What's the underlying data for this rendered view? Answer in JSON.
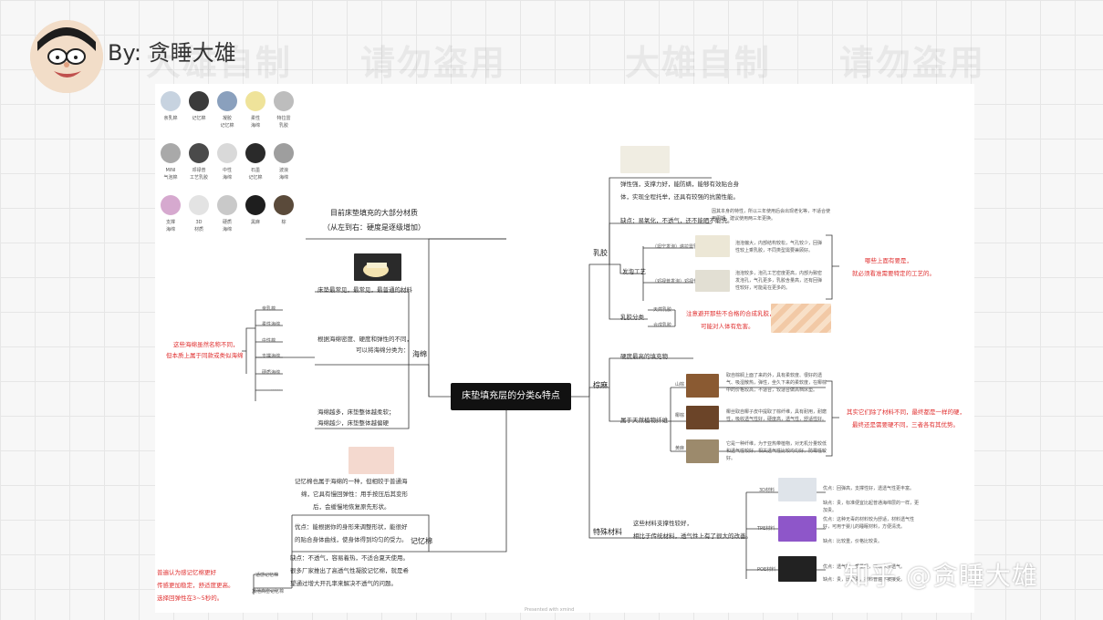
{
  "header": {
    "author": "By: 贪睡大雄",
    "watermarks": [
      "大雄自制",
      "请勿盗用",
      "大雄自制",
      "请勿盗用"
    ],
    "brand_watermark": "知乎 @贪睡大雄",
    "footer": "Presented with xmind"
  },
  "materials": [
    {
      "label": "亲乳棉",
      "color": "#c7d3e0"
    },
    {
      "label": "记忆棉",
      "color": "#3b3b3b"
    },
    {
      "label": "凝胶\n记忆棉",
      "color": "#8aa0bd"
    },
    {
      "label": "柔性\n海绵",
      "color": "#efe39a"
    },
    {
      "label": "特拉雷\n乳胶",
      "color": "#bdbdbd"
    },
    {
      "label": "MINI\n气泡棉",
      "color": "#a9a9a9"
    },
    {
      "label": "邓禄普\n工艺乳胶",
      "color": "#4a4a4a"
    },
    {
      "label": "中性\n海绵",
      "color": "#d9d9d9"
    },
    {
      "label": "石墨\n记忆棉",
      "color": "#2a2a2a"
    },
    {
      "label": "波浪\n海绵",
      "color": "#9e9e9e"
    },
    {
      "label": "支撑\n海绵",
      "color": "#d6a9cf"
    },
    {
      "label": "3D\n材质",
      "color": "#e3e3e3"
    },
    {
      "label": "硬质\n海绵",
      "color": "#c9c9c9"
    },
    {
      "label": "黑麻",
      "color": "#1e1e1e"
    },
    {
      "label": "棕",
      "color": "#5a4a3a"
    }
  ],
  "materials_caption": [
    "目前床垫填充的大部分材质",
    "（从左到右：硬度是逐级增加）"
  ],
  "center": "床垫填充层的分类&特点",
  "sponge": {
    "title": "海绵",
    "desc1": "床垫最常见，最常见，最普通的材料",
    "desc2": [
      "根据海绵密度、硬度和弹性的不同，",
      "可以将海绵分类为："
    ],
    "types": [
      "亲乳棉",
      "柔性海绵",
      "中性棉",
      "支撑海绵",
      "硬质海绵",
      "……"
    ],
    "note": [
      "这些海绵虽然名称不同，",
      "但本质上属于同款或类似海绵"
    ],
    "desc3": [
      "海绵越多，床垫整体越柔软；",
      "海绵越少，床垫整体越偏硬"
    ]
  },
  "memory": {
    "title": "记忆棉",
    "desc1": [
      "记忆棉也属于海绵的一种，但相较于普通海",
      "绵，它具有慢回弹性：用手按压后其变形",
      "后，会缓慢地恢复原先形状。"
    ],
    "pros": [
      "优点：能根据你的身形来调整形状，能很好",
      "的贴合身体曲线，使身体得到均匀的受力。"
    ],
    "cons": [
      "缺点：不透气，容易着热，不适合夏天使用。",
      "很多厂家推出了高透气性凝胶记忆棉，就是希",
      "望通过增大开孔率来解决不透气的问题。"
    ],
    "types": [
      "适感记忆棉",
      "其他高密记忆棉"
    ],
    "note": [
      "普遍认为感记忆棉更好",
      "传感更加稳定，舒适度更高。",
      "选择回弹性在3~5秒的。"
    ]
  },
  "latex": {
    "title": "乳胶",
    "desc1": [
      "弹性强，支撑力好，能防螨，能够有效贴合身",
      "体，实现全程托举，还具有较强的抗菌性能。"
    ],
    "cons": "缺点：易氧化，不透气，还不能晒不能洗。",
    "cons_detail": "因其本身的特性，所以三年使用后会出现老化等，不适合使用周期，建议使用两三年更换。",
    "process_label": "发泡工艺",
    "process_items": [
      {
        "name": "（坦宁发泡）塔拉雷乳胶",
        "desc": "泡泡偏大，内部结构较松，气孔较少，回弹性较上乘乳胶，不同类型需要兼顾好。"
      },
      {
        "name": "（邓禄普发泡）邓禄普乳胶",
        "desc": "泡泡较多，泡孔工艺密度更高，内部为致密发泡孔，气孔更多，乳胶含量高，还有回弹性较好，可能是在更多的。"
      }
    ],
    "process_note": [
      "哪些上面有要是，",
      "就必须看准需要特定的工艺的。"
    ],
    "types_label": "乳胶分类",
    "types": [
      "天然乳胶",
      "合成乳胶"
    ],
    "types_note": [
      "注意避开那些不合格的合成乳胶，",
      "可能对人体有危害。"
    ]
  },
  "palm": {
    "title": "棕麻",
    "desc1": "硬度最高的填充物",
    "natural_label": "属于天然植物纤维",
    "items": [
      {
        "name": "山棕",
        "desc": "取自棕榈上面了来的外，具有柔软度、很好的透气、吸湿散热，弹性，坐久下来的柔软度，在椰棕中的价格较高，不适合，较适合做高档床垫。"
      },
      {
        "name": "椰棕",
        "desc": "椰丝取自椰子皮中提取了棕纤维，具有耐用，耐磨性，吸收透气性好，硬度高，透气性，舒适性好。"
      },
      {
        "name": "黄麻",
        "desc": "它是一种纤维，为于亚热带植物，对无机分量较低和透气性较好，相关透气性比较均匀好，防霉性较好。"
      }
    ],
    "note": [
      "其实它们除了材料不同，最终都是一样的硬，",
      "最终还是需要硬不同，三者各有其优势。"
    ]
  },
  "special": {
    "title": "特殊材料",
    "desc": [
      "这些材料支撑性较好，",
      "相比于传统材料，透气性上有了很大的改善。"
    ],
    "items": [
      {
        "name": "3D材料",
        "desc": [
          "优点：回弹高，支撑性好，透透气性更丰富。",
          "缺点：贵，标准便宜比起普通海绵层的一样，更加贵。"
        ]
      },
      {
        "name": "TPE材料",
        "desc": [
          "优点：这种无毒的材料较为舒适，材料透气性好，可用于婴儿的睡眠材料，方便清洗。",
          "缺点：比较重，价格比较贵。"
        ]
      },
      {
        "name": "POE材料",
        "desc": [
          "优点：透气好，质量轻，可以水洗透气。",
          "缺点：贵，比较贵，材料普遍不被接受。"
        ]
      }
    ]
  }
}
